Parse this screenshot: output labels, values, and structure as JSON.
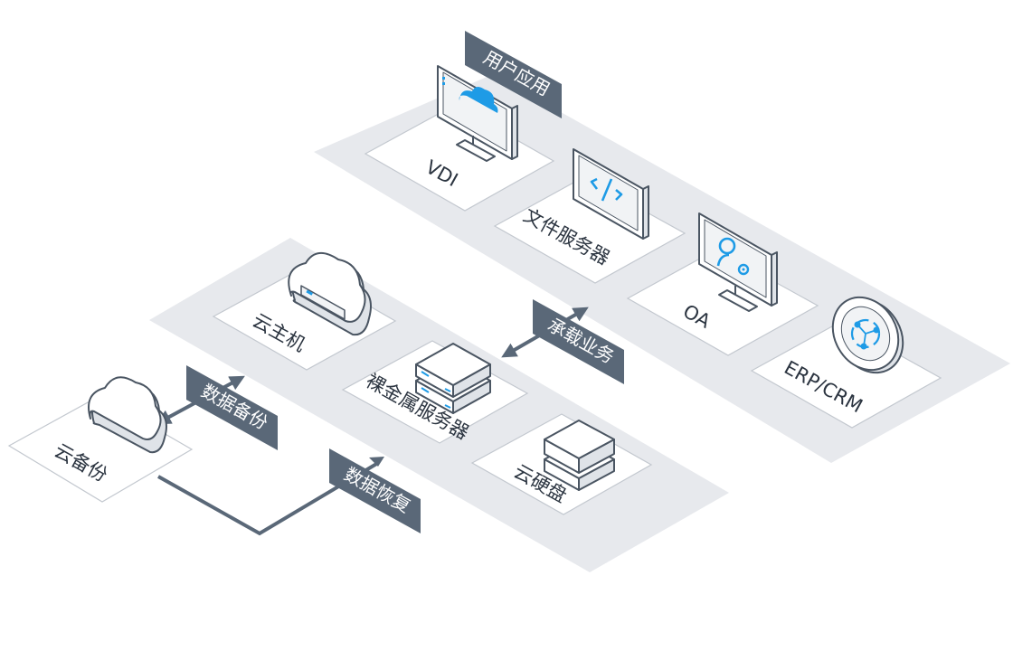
{
  "colors": {
    "platform": "#e7e9ed",
    "tile": "#ffffff",
    "tile_border": "#c3c8cf",
    "tag": "#5a6878",
    "connector": "#5a6878",
    "accent": "#1e9be6",
    "device_stroke": "#4a5562"
  },
  "user_apps": {
    "tag": "用户应用",
    "items": [
      {
        "label": "VDI",
        "icon": "cloud-monitor-icon"
      },
      {
        "label": "文件服务器",
        "icon": "code-monitor-icon"
      },
      {
        "label": "OA",
        "icon": "user-gear-monitor-icon"
      },
      {
        "label": "ERP/CRM",
        "icon": "share-disc-icon"
      }
    ]
  },
  "infrastructure": {
    "items": [
      {
        "label": "云主机",
        "icon": "cloud-server-icon"
      },
      {
        "label": "裸金属服务器",
        "icon": "server-stack-icon"
      },
      {
        "label": "云硬盘",
        "icon": "disk-stack-icon"
      }
    ]
  },
  "backup": {
    "label": "云备份",
    "icon": "cloud-icon"
  },
  "flows": {
    "carry_business": "承载业务",
    "data_backup": "数据备份",
    "data_restore": "数据恢复"
  }
}
